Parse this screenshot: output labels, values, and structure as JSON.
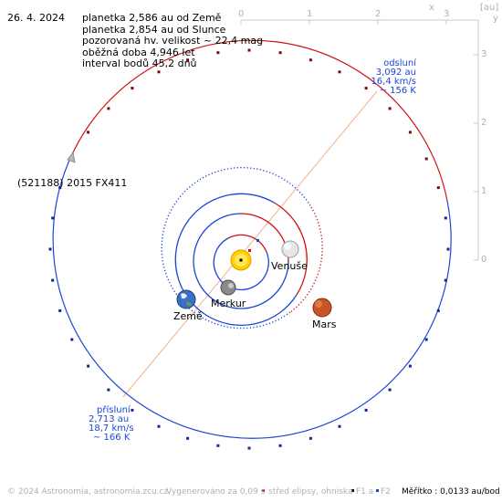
{
  "header": {
    "date": "26. 4. 2024",
    "lines": [
      "planetka 2,586 au od Země",
      "planetka 2,854 au od Slunce",
      "pozorovaná hv. velikost ~ 22,4 mag",
      "oběžná doba 4,946 let",
      "interval bodů 45,2 dnů"
    ]
  },
  "axes": {
    "x_ticks": [
      "0",
      "1",
      "2",
      "3"
    ],
    "y_ticks": [
      "3",
      "2",
      "1",
      "0"
    ],
    "x_name": "x",
    "y_name": "y",
    "unit": "[au]"
  },
  "asteroid": {
    "name": "(521188) 2015 FX411"
  },
  "aphelion": {
    "title": "odsluní",
    "distance": "3,092 au",
    "speed": "16,4 km/s",
    "temp": "~ 156 K"
  },
  "perihelion": {
    "title": "přísluní",
    "distance": "2,713 au",
    "speed": "18,7 km/s",
    "temp": "~ 166 K"
  },
  "planets": {
    "venus": "Venuše",
    "mercury": "Merkur",
    "earth": "Země",
    "mars": "Mars"
  },
  "footer": {
    "copyright": "© 2024 Astronomia, astronomia.zcu.cz",
    "generated": "Vygenerováno za 0,09 s",
    "legend_center": "střed elipsy, ohniska",
    "legend_f1": "F1 a",
    "legend_f2": "F2",
    "scale": "Měřítko : 0,0133 au/bod"
  },
  "colors": {
    "orbit_above": "#d01010",
    "orbit_below": "#1b45d8",
    "apsides_line": "#f2b08a",
    "sun": "#ffd200",
    "grid_gray": "#c8c8c8"
  }
}
